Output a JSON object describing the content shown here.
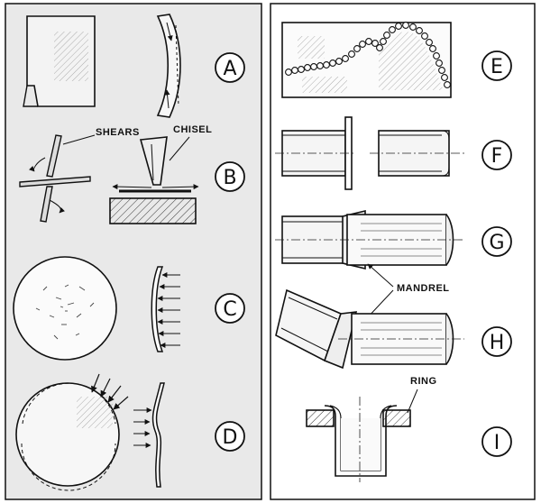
{
  "panels": {
    "left": {
      "rows": [
        {
          "label": "A"
        },
        {
          "label": "B",
          "callouts": {
            "shears": "SHEARS",
            "chisel": "CHISEL"
          }
        },
        {
          "label": "C"
        },
        {
          "label": "D"
        }
      ]
    },
    "right": {
      "rows": [
        {
          "label": "E"
        },
        {
          "label": "F"
        },
        {
          "label": "G"
        },
        {
          "label": "H"
        },
        {
          "label": "I",
          "callouts": {
            "ring": "RING"
          }
        }
      ],
      "shared_callouts": {
        "mandrel": "MANDREL"
      }
    }
  },
  "colors": {
    "left_panel_bg": "#e9e9e9",
    "right_panel_bg": "#ffffff",
    "ink": "#111111"
  }
}
